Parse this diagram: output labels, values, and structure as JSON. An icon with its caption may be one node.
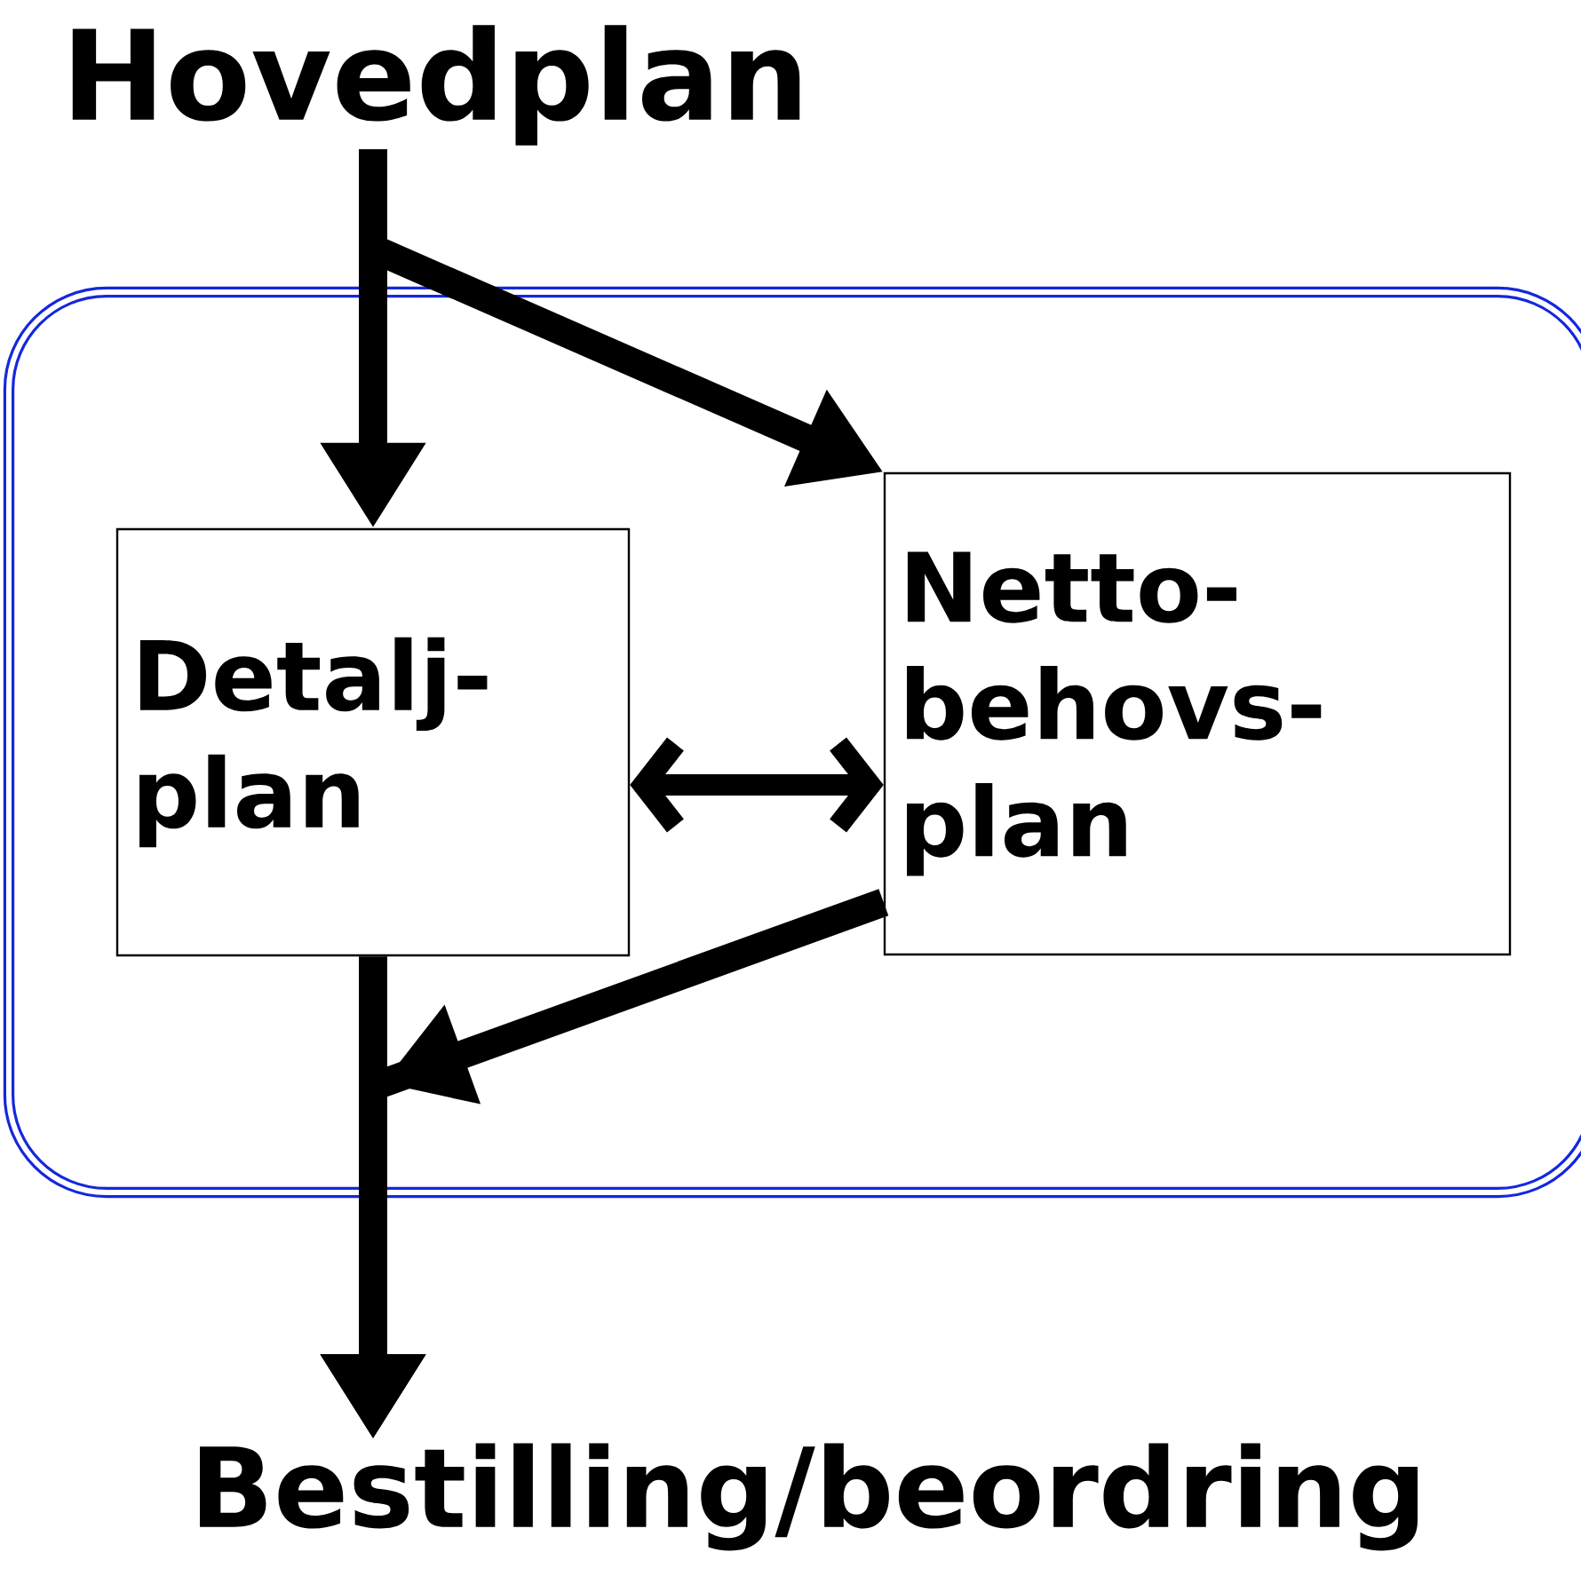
{
  "diagram": {
    "nodes": [
      {
        "text": [
          "Hovedplan"
        ]
      },
      {
        "text": [],
        "shape": "box"
      },
      {
        "text": [
          "Detalj- plan"
        ],
        "in": 1
      },
      {
        "text": [
          "Netto- behovs- plan"
        ],
        "in": 1
      },
      {
        "text": [
          "Bestilling/beordring"
        ]
      }
    ],
    "edges": [
      {
        "from": 0,
        "to": 2,
        "arrow": "to"
      },
      {
        "from": 0,
        "to": 3,
        "arrow": "to"
      },
      {
        "from": 2,
        "to": 3,
        "arrow": "both"
      },
      {
        "from": 2,
        "to": 4,
        "arrow": "to"
      },
      {
        "from": 3,
        "to": 4,
        "arrow": "to"
      }
    ]
  }
}
